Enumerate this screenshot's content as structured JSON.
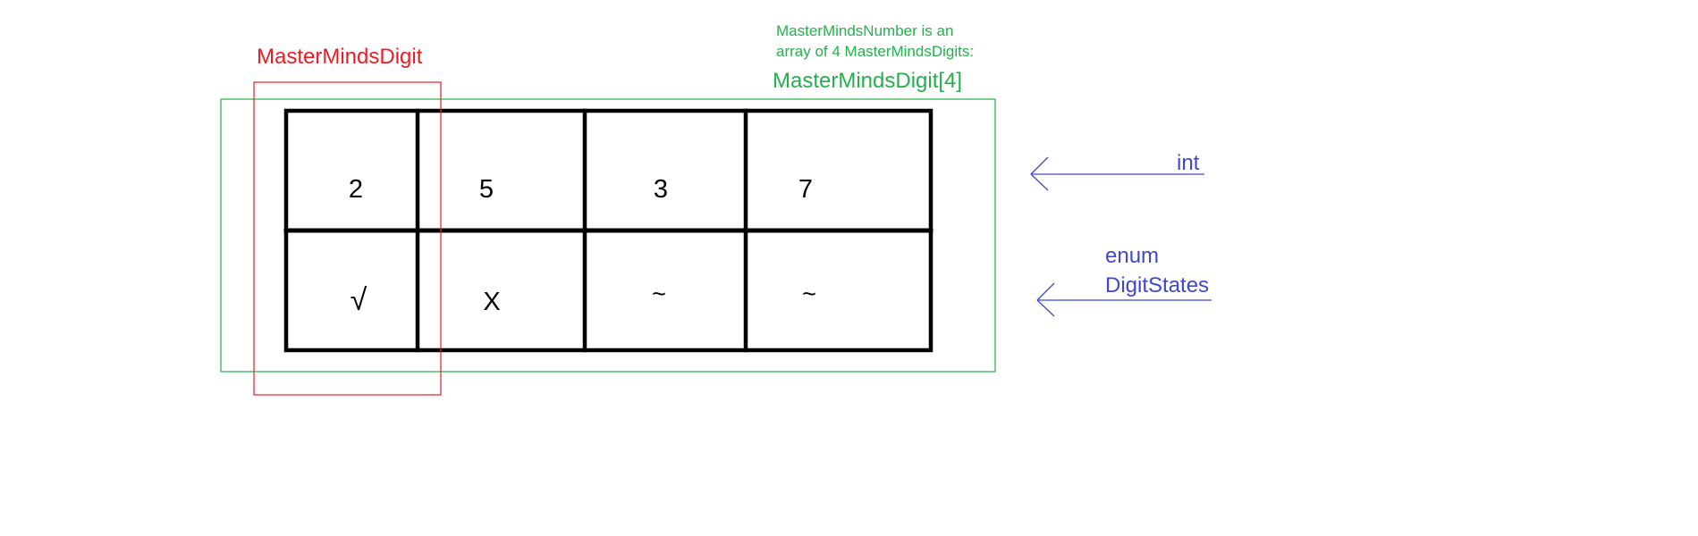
{
  "colors": {
    "background": "#ffffff",
    "grid": "#000000",
    "digit_box": "#ed1c24",
    "number_box": "#22b14c",
    "annotation_blue": "#3f48cc"
  },
  "labels": {
    "digit_box_title": "MasterMindsDigit",
    "number_note_line1": "MasterMindsNumber is an",
    "number_note_line2": "array of 4 MasterMindsDigits:",
    "number_box_title": "MasterMindsDigit[4]",
    "int_label": "int",
    "enum_label_line1": "enum",
    "enum_label_line2": "DigitStates"
  },
  "grid": {
    "digits": [
      "2",
      "5",
      "3",
      "7"
    ],
    "states": [
      "√",
      "X",
      "~",
      "~"
    ]
  }
}
